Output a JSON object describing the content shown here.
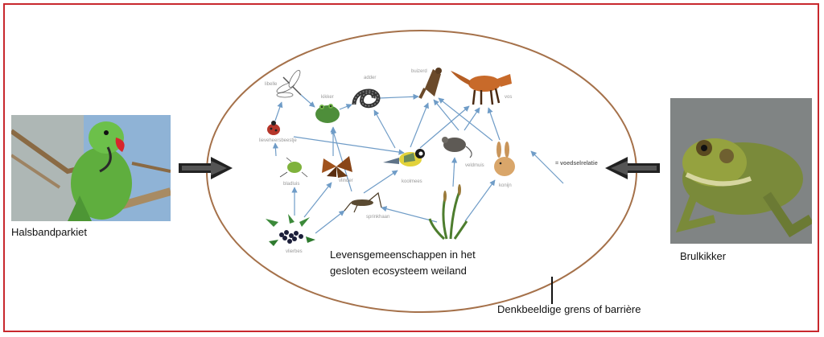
{
  "colors": {
    "frame": "#c8282d",
    "ellipse": "#a5714a",
    "arrows": "#6f9cc7"
  },
  "left": {
    "caption": "Halsbandparkiet",
    "photo_icon": "parrot-photo"
  },
  "right": {
    "caption": "Brulkikker",
    "photo_icon": "bullfrog-photo"
  },
  "ecosystem": {
    "title_line1": "Levensgemeenschappen in het",
    "title_line2": "gesloten ecosysteem weiland",
    "barrier_label": "Denkbeeldige grens of barrière",
    "relation_legend": "= voedselrelatie"
  },
  "organisms": {
    "libelle": "libelle",
    "lieveheersbeestje": "lieveheersbeestje",
    "bladluis": "bladluis",
    "vlinder": "vlinder",
    "vlierbes": "vlierbes",
    "sprinkhaan": "sprinkhaan",
    "kikker": "kikker",
    "adder": "adder",
    "buizerd": "buizerd",
    "vos": "vos",
    "koolmees": "koolmees",
    "veldmuis": "veldmuis",
    "konijn": "konijn"
  }
}
